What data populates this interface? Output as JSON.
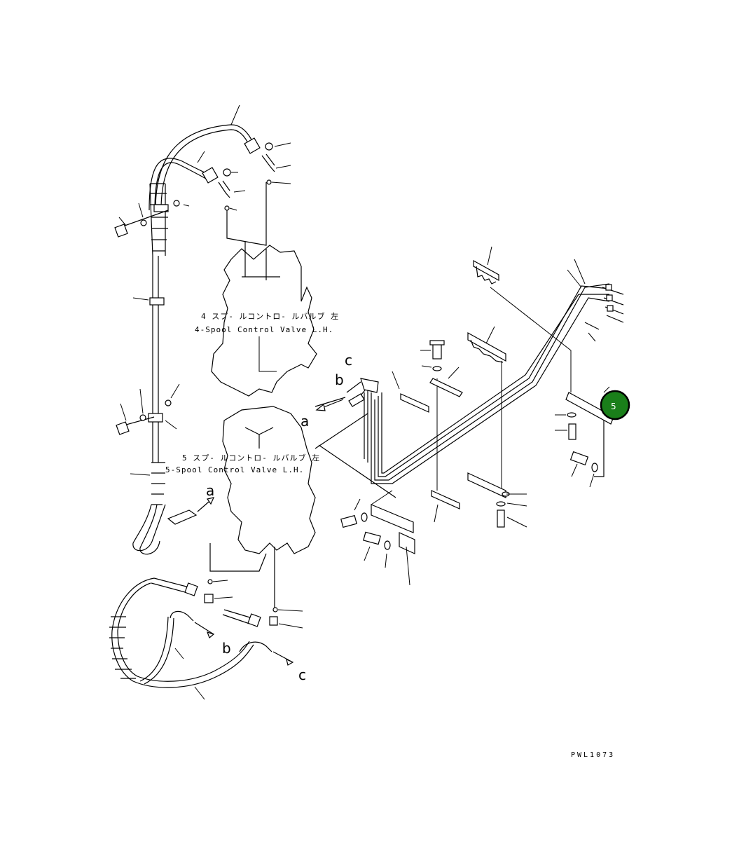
{
  "labels": {
    "valve4_jp": "4 スプ- ルコントロ- ルバルブ  左",
    "valve4_en": "4-Spool Control Valve L.H.",
    "valve5_jp": "5 スプ- ルコントロ- ルバルブ  左",
    "valve5_en": "5-Spool Control Valve L.H."
  },
  "letters": {
    "a1": "a",
    "a2": "a",
    "b1": "b",
    "b2": "b",
    "c1": "c",
    "c2": "c"
  },
  "marker": {
    "label": "5",
    "color": "#1a7f1a"
  },
  "drawing_code": "PWL1073"
}
